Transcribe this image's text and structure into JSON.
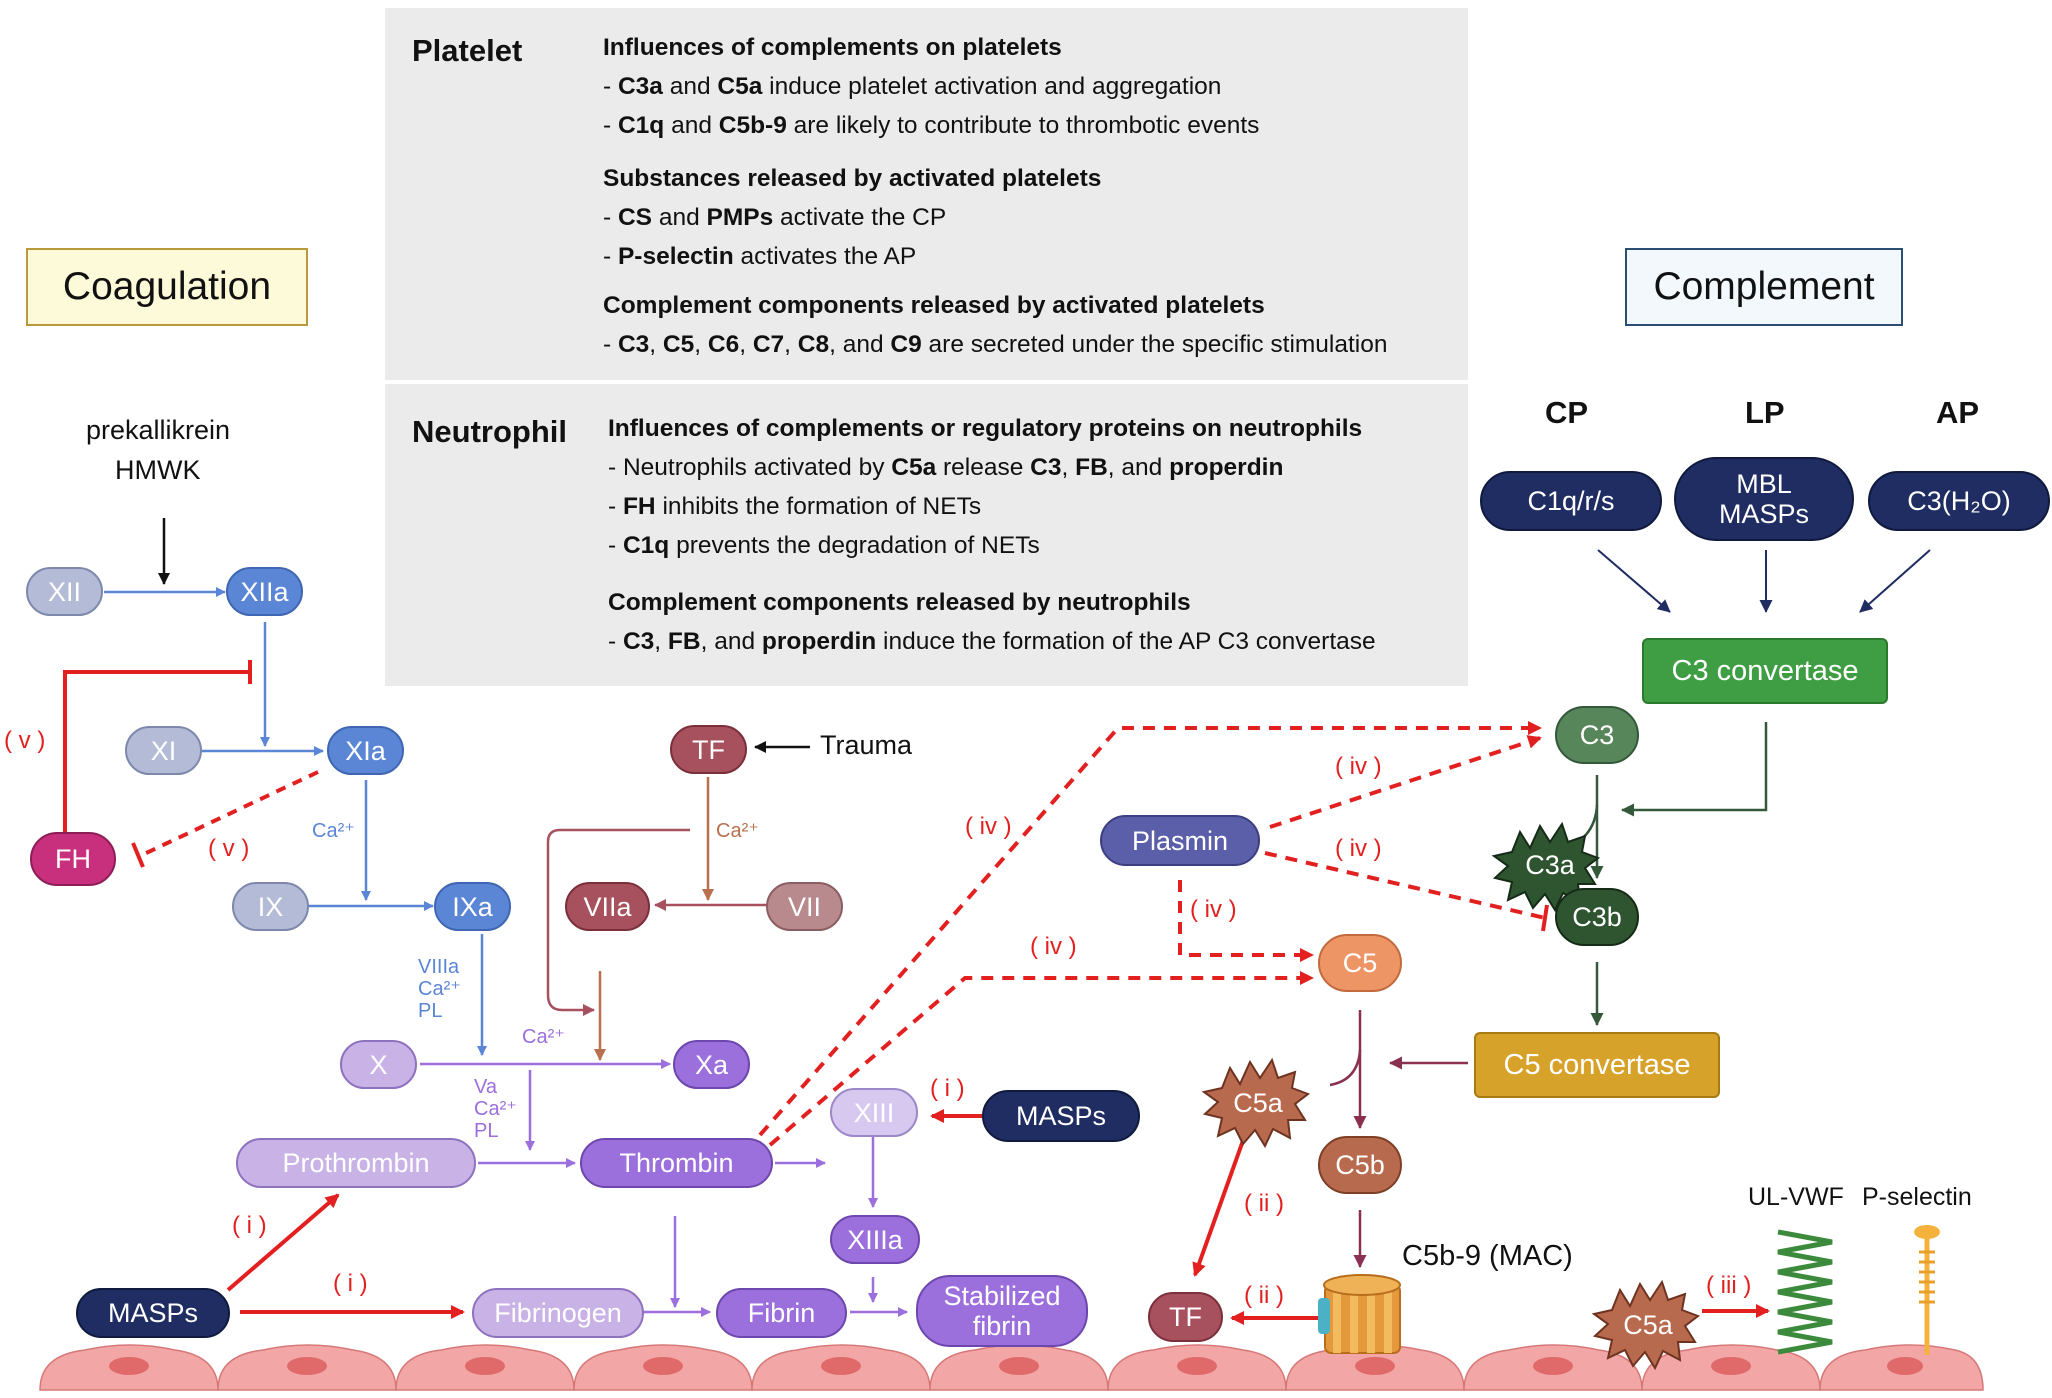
{
  "platelet_box": {
    "title": "Platelet",
    "h1": "Influences of complements on platelets",
    "l1a": "C3a",
    "l1b": " and ",
    "l1c": "C5a",
    "l1d": " induce platelet activation and aggregation",
    "l2a": "C1q",
    "l2b": " and ",
    "l2c": "C5b-9",
    "l2d": " are likely to contribute to thrombotic events",
    "h2": "Substances released by activated platelets",
    "l3a": "CS",
    "l3b": " and ",
    "l3c": "PMPs",
    "l3d": " activate the CP",
    "l4a": "P-selectin",
    "l4b": " activates the AP",
    "h3": "Complement components released by activated platelets",
    "l5a": "C3",
    "l5b": "C5",
    "l5c": "C6",
    "l5d": "C7",
    "l5e": "C8",
    "l5f": "C9",
    "l5g": " are secreted under the specific stimulation"
  },
  "neutrophil_box": {
    "title": "Neutrophil",
    "h1": "Influences of complements or regulatory proteins on neutrophils",
    "l1a": "Neutrophils activated by ",
    "l1b": "C5a",
    "l1c": " release ",
    "l1d": "C3",
    "l1e": "FB",
    "l1f": "properdin",
    "l2a": "FH",
    "l2b": " inhibits the formation of NETs",
    "l3a": "C1q",
    "l3b": " prevents the degradation of NETs",
    "h2": "Complement components released by neutrophils",
    "l4a": "C3",
    "l4b": "FB",
    "l4c": "properdin",
    "l4d": " induce the formation of the AP C3 convertase"
  },
  "sections": {
    "coagulation": "Coagulation",
    "complement": "Complement"
  },
  "pathways": {
    "cp": "CP",
    "lp": "LP",
    "ap": "AP"
  },
  "nodes": {
    "xii": "XII",
    "xiia": "XIIa",
    "xi": "XI",
    "xia": "XIa",
    "fh": "FH",
    "ix": "IX",
    "ixa": "IXa",
    "x": "X",
    "xa": "Xa",
    "tf": "TF",
    "viia": "VIIa",
    "vii": "VII",
    "prothrombin": "Prothrombin",
    "thrombin": "Thrombin",
    "xiii": "XIII",
    "masps_mid": "MASPs",
    "xiiia": "XIIIa",
    "masps_left": "MASPs",
    "fibrinogen": "Fibrinogen",
    "fibrin": "Fibrin",
    "stabilized_fibrin_1": "Stabilized",
    "stabilized_fibrin_2": "fibrin",
    "c1qrs": "C1q/r/s",
    "mbl": "MBL",
    "masps_lp": "MASPs",
    "c3h2o": "C3(H₂O)",
    "c3_convertase": "C3 convertase",
    "c3": "C3",
    "plasmin": "Plasmin",
    "c3a": "C3a",
    "c3b": "C3b",
    "c5": "C5",
    "c5_convertase": "C5 convertase",
    "c5a": "C5a",
    "c5b": "C5b",
    "tf_bottom": "TF",
    "c5a_bottom": "C5a"
  },
  "labels": {
    "prekallikrein": "prekallikrein",
    "hmwk": "HMWK",
    "trauma": "Trauma",
    "ca_xia": "Ca²⁺",
    "ca_tf": "Ca²⁺",
    "viiia": "VIIIa",
    "ca_ixa": "Ca²⁺",
    "pl_ixa": "PL",
    "ca_x": "Ca²⁺",
    "va": "Va",
    "ca_va": "Ca²⁺",
    "pl_va": "PL",
    "mac": "C5b-9 (MAC)",
    "ul_vwf": "UL-VWF",
    "p_selectin": "P-selectin"
  },
  "red_labels": {
    "v1": "( v )",
    "v2": "( v )",
    "iv_thrombin": "( iv )",
    "iv_c3": "( iv )",
    "iv_c3b": "( iv )",
    "iv_plasmin": "( iv )",
    "iv_c5": "( iv )",
    "i_xiii": "( i )",
    "i_proth": "( i )",
    "i_fibrinogen": "( i )",
    "ii_c5a": "( ii )",
    "ii_mac": "( ii )",
    "iii": "( iii )"
  },
  "colors": {
    "coag_blue": "#5b86d6",
    "coag_purple": "#9b6fdc",
    "tf_red": "#a8515e",
    "navy": "#1f2d62",
    "green": "#3f9e43",
    "dark_green": "#33583a",
    "gold": "#d7a22a",
    "inhibit_red": "#e32020",
    "fh_magenta": "#c8307e"
  }
}
